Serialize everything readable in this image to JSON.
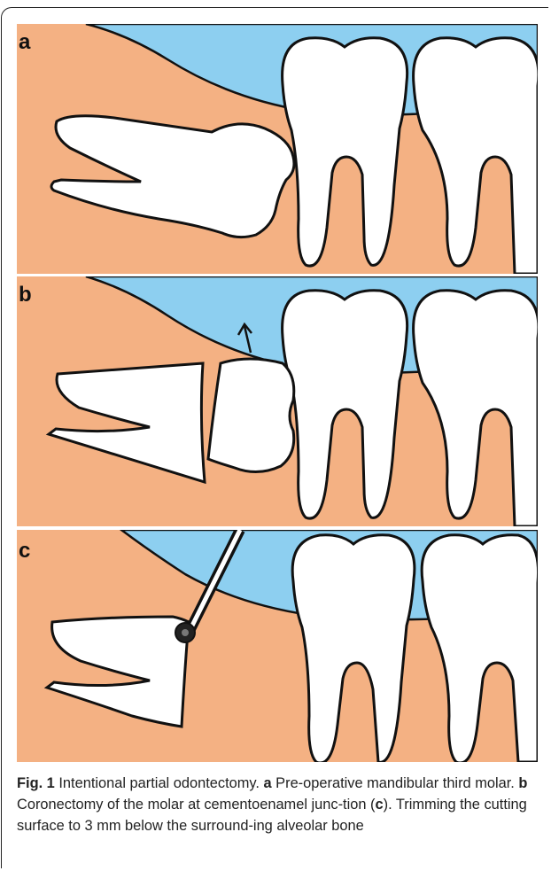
{
  "panels": [
    {
      "label": "a"
    },
    {
      "label": "b"
    },
    {
      "label": "c"
    }
  ],
  "caption": {
    "prefix": "Fig. 1",
    "title": " Intentional partial odontectomy. ",
    "a_label": "a",
    "a_text": " Pre-operative mandibular third molar. ",
    "b_label": "b",
    "b_text": " Coronectomy of the molar at cementoenamel junc-tion (",
    "c_label": "c",
    "c_text": "). Trimming the cutting surface to 3 mm below the surround-ing alveolar bone"
  },
  "colors": {
    "gum": "#F4B183",
    "sky": "#8DCFF0",
    "tooth": "#FFFFFF",
    "outline": "#111111"
  }
}
